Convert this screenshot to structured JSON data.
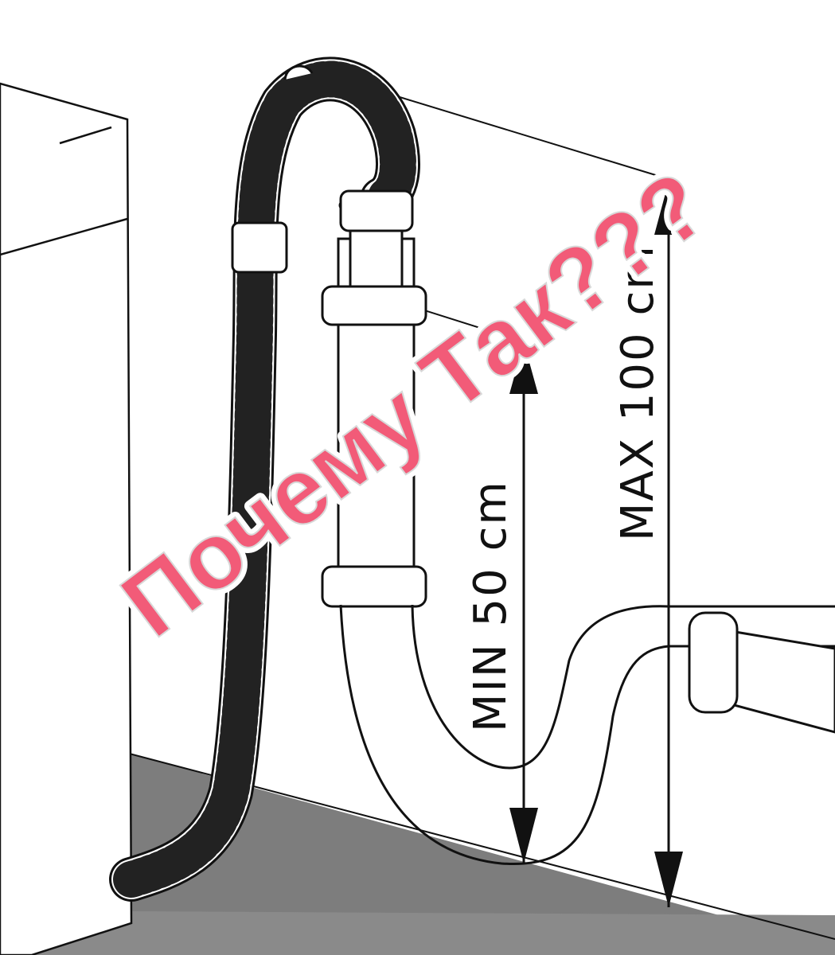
{
  "dimensions": {
    "min_label": "MIN 50 cm",
    "max_label": "MAX 100 cm"
  },
  "overlay": {
    "text": "Почему Так???",
    "color": "#f25b78",
    "outline_color": "#ffffff"
  },
  "colors": {
    "line": "#111111",
    "floor": "#7d7d7d",
    "background": "#ffffff"
  }
}
